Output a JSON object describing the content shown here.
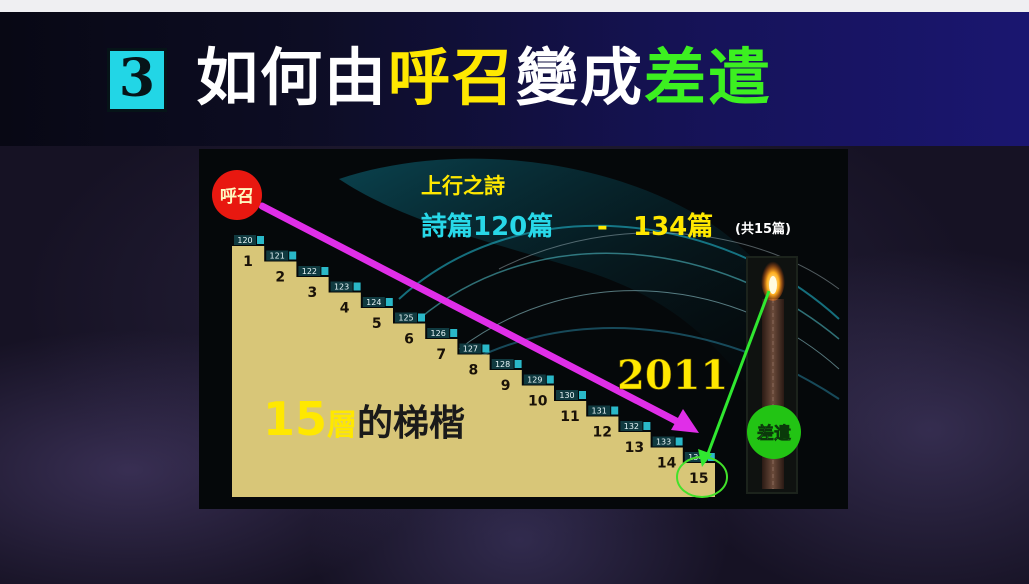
{
  "title": {
    "number": "3",
    "part1": "如何由",
    "part2": "呼召",
    "part3": "變成",
    "part4": "差遣"
  },
  "colors": {
    "title_yellow": "#ffe800",
    "title_green": "#3cf020",
    "number_box": "#22d6e6",
    "stair_fill": "#d8c678",
    "call_circle": "#e81810",
    "send_circle": "#22c414",
    "call_arrow": "#e02ee8",
    "send_arrow": "#30e830"
  },
  "diagram": {
    "call_label": "呼召",
    "send_label": "差遣",
    "heading": "上行之詩",
    "range_start": "詩篇120篇",
    "range_dash": "-",
    "range_end": "134篇",
    "range_note": "(共15篇)",
    "year": "2011",
    "stairs_label_num": "15",
    "stairs_label_char": "層",
    "stairs_label_rest": "的梯楷",
    "psalm_numbers": [
      "120",
      "121",
      "122",
      "123",
      "124",
      "125",
      "126",
      "127",
      "128",
      "129",
      "130",
      "131",
      "132",
      "133",
      "134"
    ],
    "step_numbers": [
      "1",
      "2",
      "3",
      "4",
      "5",
      "6",
      "7",
      "8",
      "9",
      "10",
      "11",
      "12",
      "13",
      "14",
      "15"
    ]
  }
}
